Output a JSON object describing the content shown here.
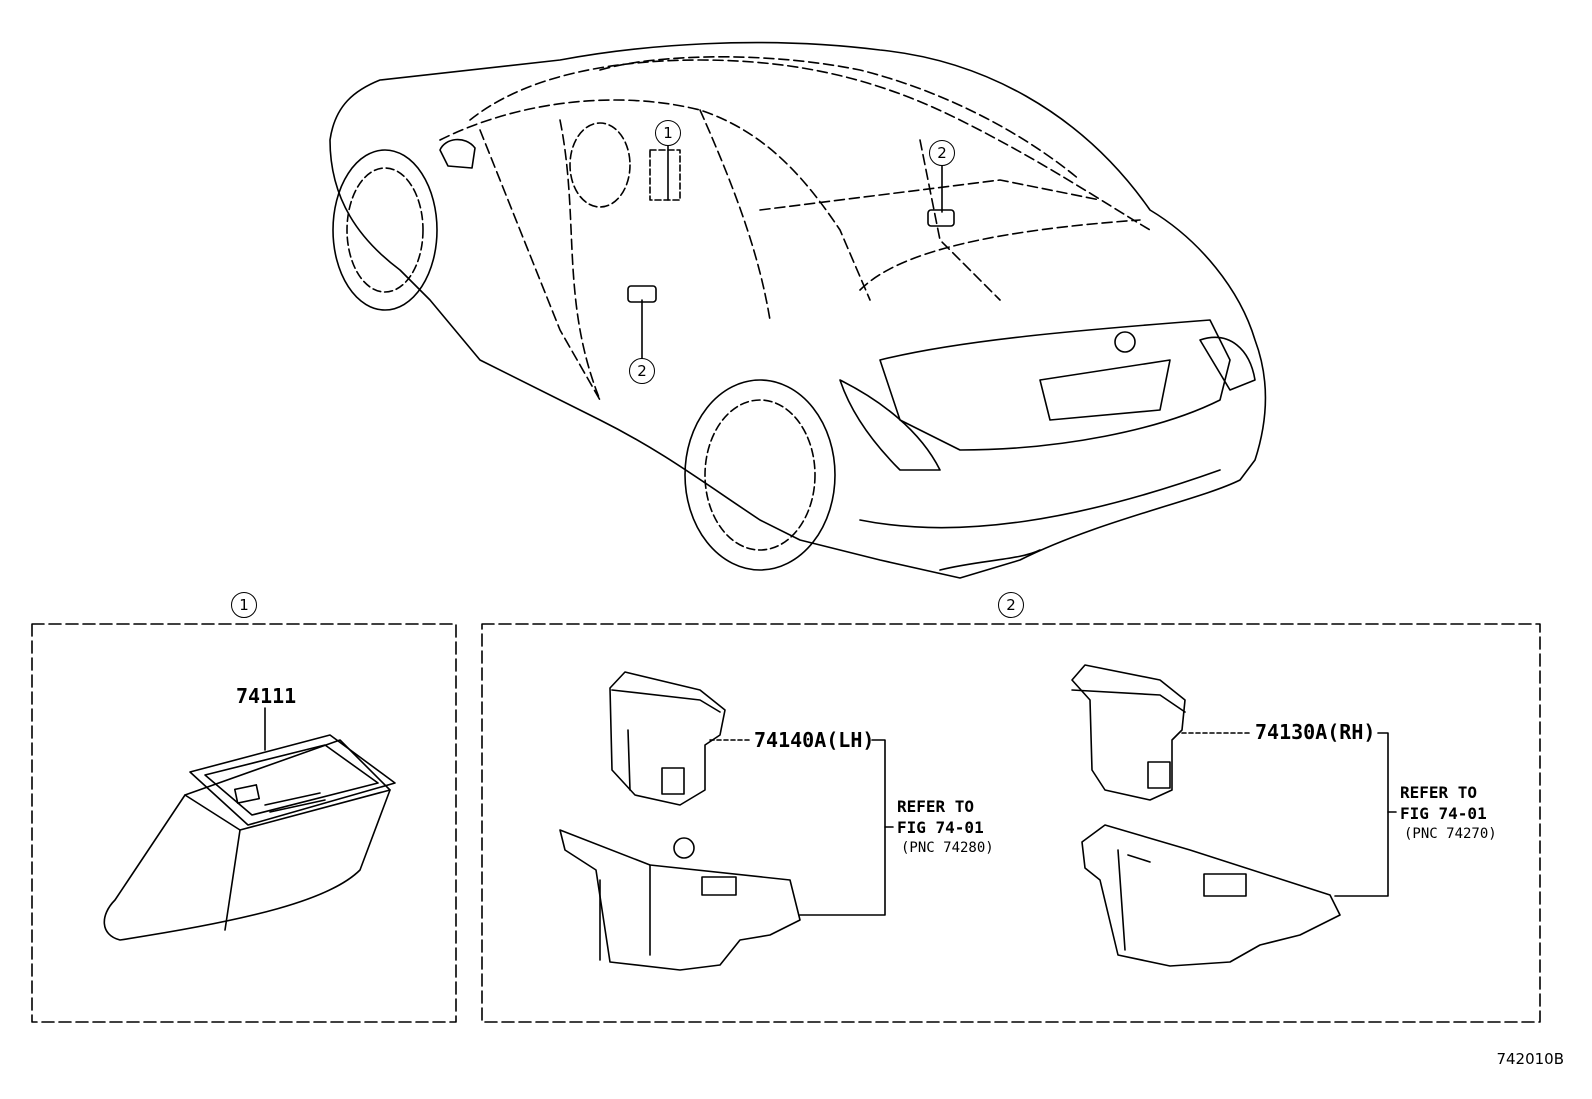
{
  "callouts": {
    "c1": "1",
    "c2": "2"
  },
  "parts": {
    "p74111": "74111",
    "p74140": "74140A(LH)",
    "p74130": "74130A(RH)"
  },
  "refs": {
    "lh": {
      "line1": "REFER TO",
      "line2": "FIG 74-01",
      "line3": "(PNC 74280)"
    },
    "rh": {
      "line1": "REFER TO",
      "line2": "FIG 74-01",
      "line3": "(PNC 74270)"
    }
  },
  "figure_code": "742010B"
}
